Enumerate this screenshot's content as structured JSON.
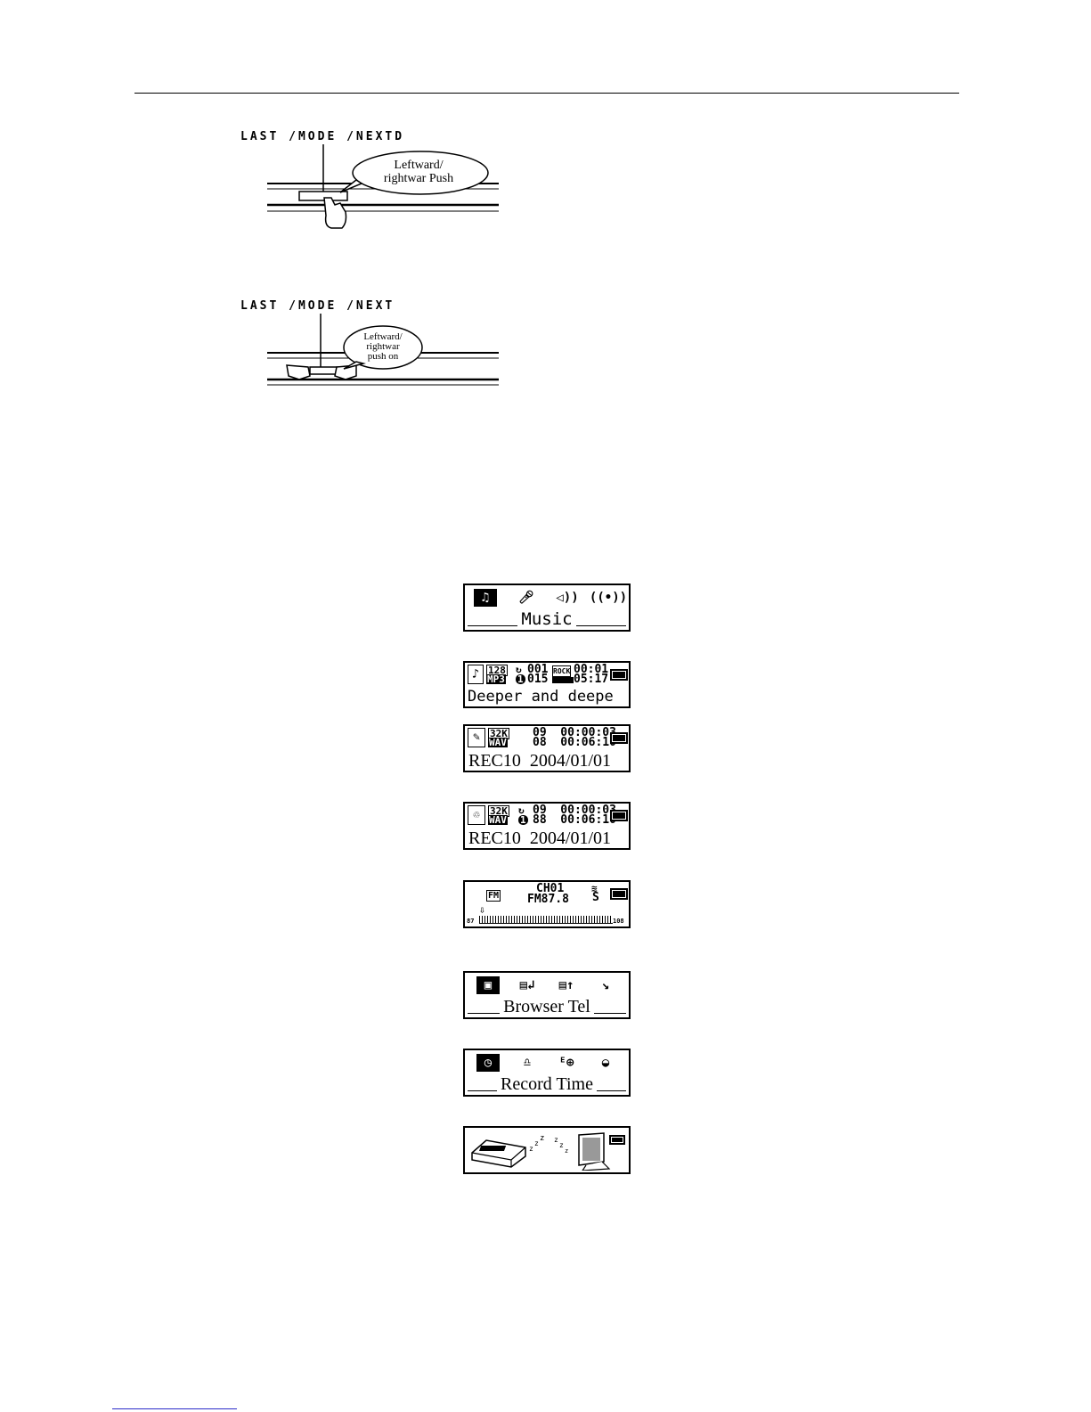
{
  "figure1": {
    "label": "LAST /MODE /NEXTD",
    "bubble": "Leftward/\nrightwar Push"
  },
  "figure2": {
    "label": "LAST /MODE /NEXT",
    "bubble": "Leftward/\nrightwar\n  push on"
  },
  "screens": {
    "music_menu": {
      "label": "Music",
      "icons": [
        "music-notes-icon",
        "microphone-icon",
        "speaker-icon",
        "radio-signal-icon"
      ]
    },
    "music_play": {
      "bitrate": "128",
      "format": "MP3",
      "track": "001",
      "total": "015",
      "eq": "ROCK",
      "elapsed": "00:01",
      "length": "05:17",
      "title": "Deeper and deepe"
    },
    "record": {
      "rate": "32K",
      "format": "WAV",
      "line1": "09  00:00:03",
      "line2": "08  00:06:10",
      "filename": "REC10  2004/01/01"
    },
    "record_play": {
      "rate": "32K",
      "format": "WAV",
      "line1": "09  00:00:03",
      "line2": "88  00:06:10",
      "filename": "REC10  2004/01/01"
    },
    "radio": {
      "band": "FM",
      "channel": "CH01",
      "freq": "FM87.8",
      "stereo": "S",
      "scale_min": "87",
      "scale_max": "108"
    },
    "tel_menu": {
      "label": "Browser Tel"
    },
    "time_menu": {
      "label": "Record Time"
    }
  },
  "colors": {
    "ink": "#000000",
    "footer_rule": "#2b2bc9"
  }
}
